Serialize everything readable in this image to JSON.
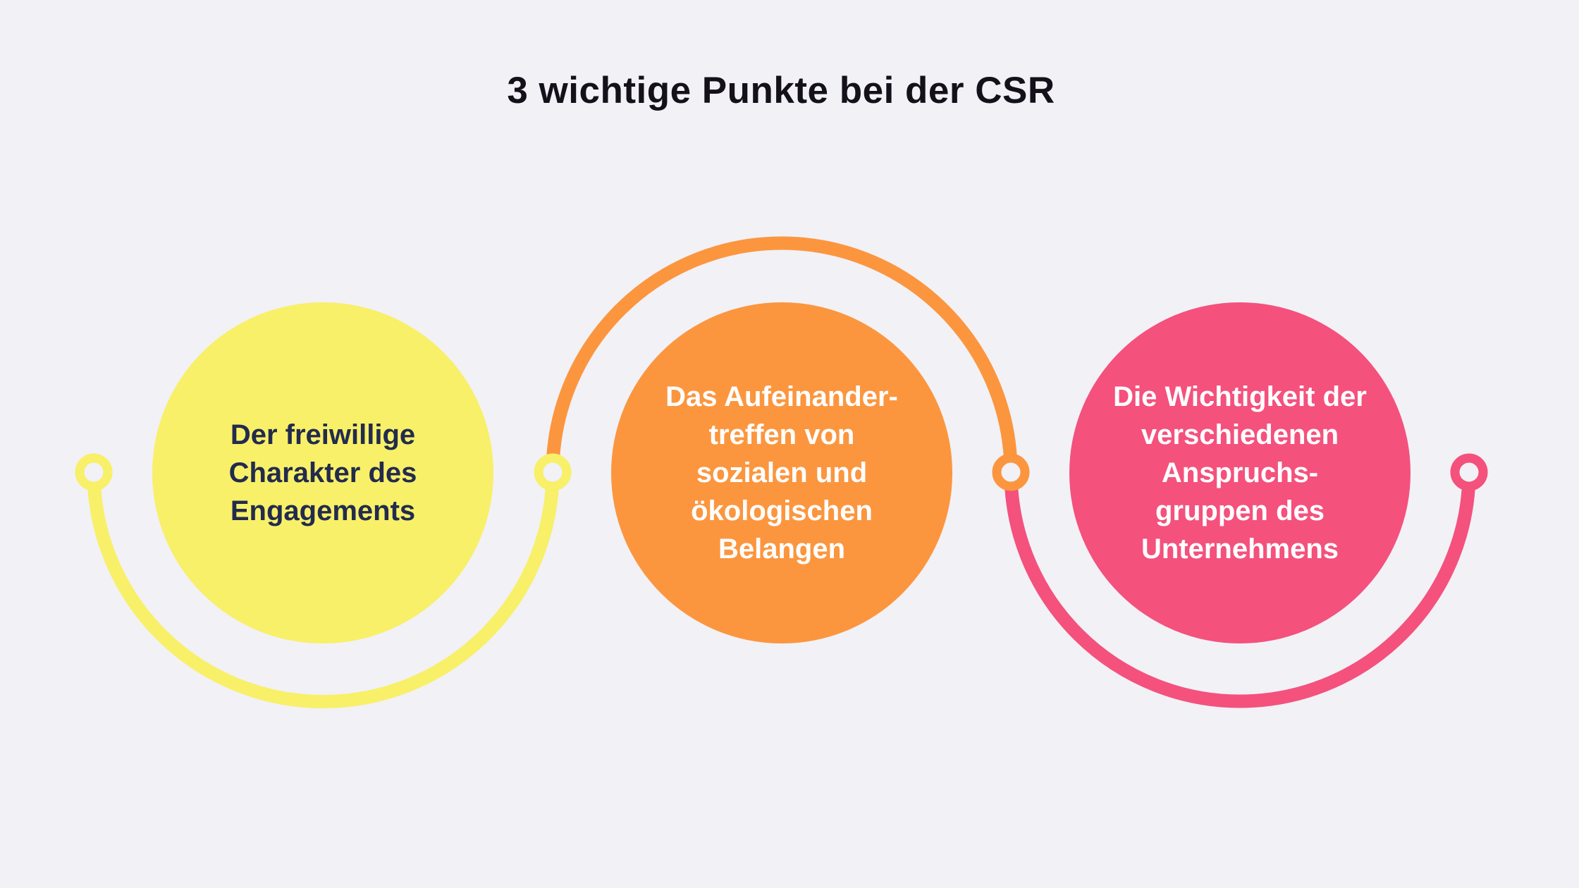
{
  "title": "3 wichtige Punkte bei der CSR",
  "colors": {
    "background": "#F2F1F6",
    "yellow": "#F8F068",
    "orange": "#FB963F",
    "pink": "#F4517D",
    "navy_text": "#222B4E",
    "white_text": "#FFFFFF",
    "title_text": "#14111B"
  },
  "circles": [
    {
      "id": "yellow",
      "text": "Der freiwillige\nCharakter des\nEngagements"
    },
    {
      "id": "orange",
      "text": "Das Aufeinander-\ntreffen von\nsozialen und\nökologischen\nBelangen"
    },
    {
      "id": "pink",
      "text": "Die Wichtigkeit der\nverschiedenen\nAnspruchs-\ngruppen des\nUnternehmens"
    }
  ]
}
